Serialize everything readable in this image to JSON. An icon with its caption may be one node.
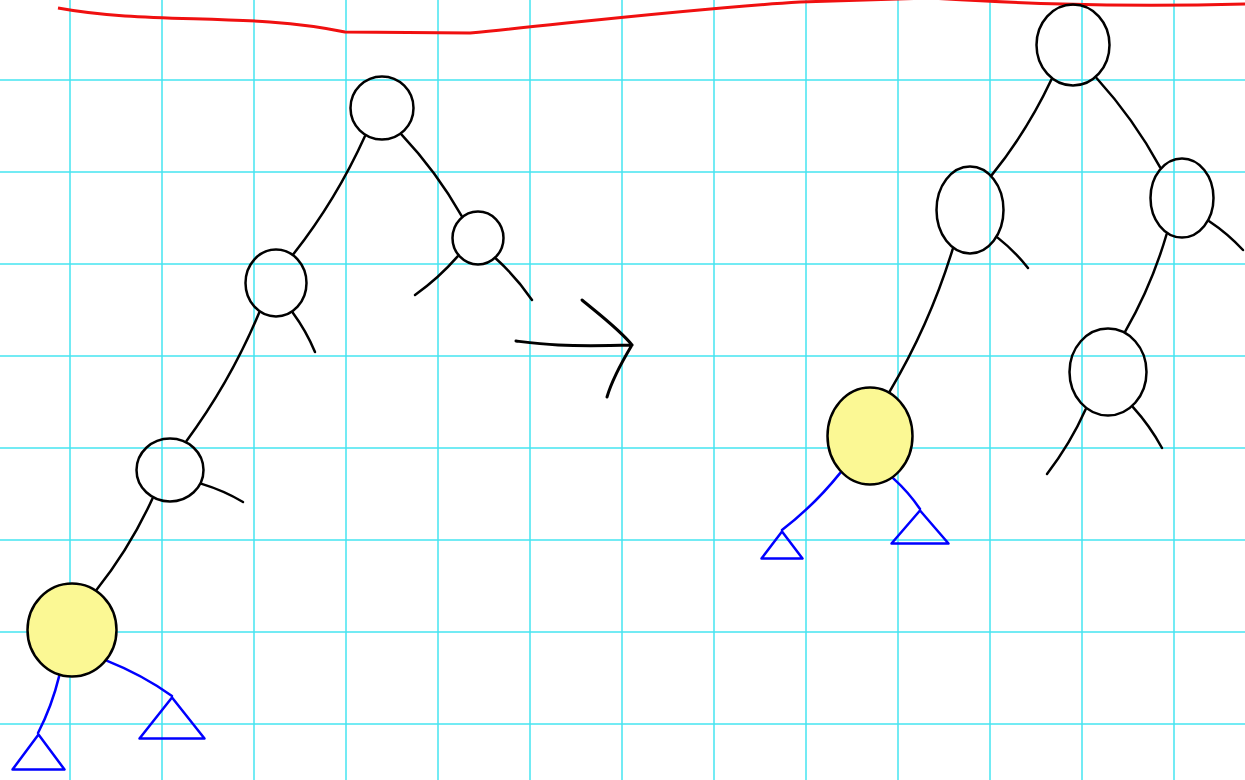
{
  "diagram": {
    "nodes": [
      {
        "text": [],
        "shape": "circle"
      },
      {
        "text": [],
        "shape": "circle"
      },
      {
        "text": [],
        "shape": "circle"
      },
      {
        "text": [],
        "shape": "circle"
      },
      {
        "text": [],
        "shape": "circle"
      },
      {
        "text": [],
        "shape": "triangle"
      },
      {
        "text": [],
        "shape": "triangle"
      },
      {
        "text": [],
        "shape": "circle"
      },
      {
        "text": [],
        "shape": "circle"
      },
      {
        "text": [],
        "shape": "circle"
      },
      {
        "text": [],
        "shape": "circle"
      },
      {
        "text": [],
        "shape": "triangle"
      },
      {
        "text": [],
        "shape": "triangle"
      },
      {
        "text": [],
        "shape": "circle"
      }
    ],
    "edges": [
      {
        "from": 0,
        "to": 1,
        "arrow": "none"
      },
      {
        "from": 0,
        "to": 2,
        "arrow": "none"
      },
      {
        "from": 2,
        "to": null,
        "arrow": "none"
      },
      {
        "from": 2,
        "to": null,
        "arrow": "none"
      },
      {
        "from": 1,
        "to": 3,
        "arrow": "none"
      },
      {
        "from": 1,
        "to": null,
        "arrow": "none"
      },
      {
        "from": 3,
        "to": 4,
        "arrow": "none"
      },
      {
        "from": 3,
        "to": null,
        "arrow": "none"
      },
      {
        "from": 4,
        "to": 5,
        "arrow": "none",
        "color": "#0000ff"
      },
      {
        "from": 4,
        "to": 6,
        "arrow": "none",
        "color": "#0000ff"
      },
      {
        "from": 7,
        "to": 8,
        "arrow": "none"
      },
      {
        "from": 7,
        "to": 9,
        "arrow": "none"
      },
      {
        "from": 8,
        "to": 10,
        "arrow": "none"
      },
      {
        "from": 8,
        "to": null,
        "arrow": "none"
      },
      {
        "from": 10,
        "to": 11,
        "arrow": "none",
        "color": "#0000ff"
      },
      {
        "from": 10,
        "to": 12,
        "arrow": "none",
        "color": "#0000ff"
      },
      {
        "from": 9,
        "to": 13,
        "arrow": "none"
      },
      {
        "from": 9,
        "to": null,
        "arrow": "none"
      },
      {
        "from": 13,
        "to": null,
        "arrow": "none"
      },
      {
        "from": 13,
        "to": null,
        "arrow": "none"
      }
    ]
  }
}
